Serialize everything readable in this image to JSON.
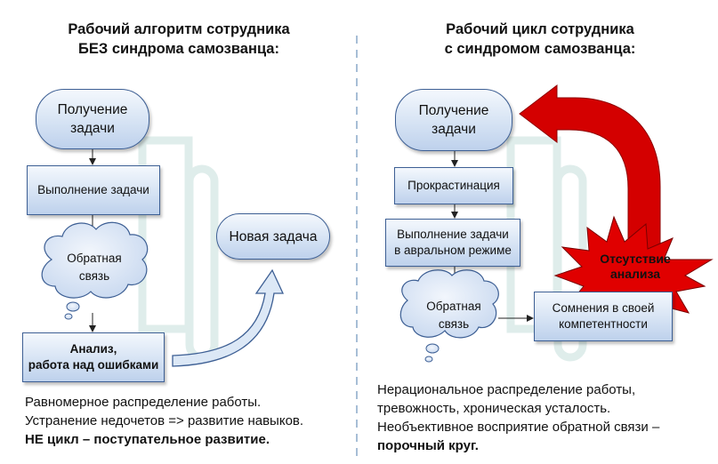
{
  "left": {
    "title_line1": "Рабочий алгоритм сотрудника",
    "title_line2": "БЕЗ синдрома самозванца:",
    "step_receive": [
      "Получение",
      "задачи"
    ],
    "step_execute": "Выполнение задачи",
    "feedback": [
      "Обратная",
      "связь"
    ],
    "analysis": [
      "Анализ,",
      "работа над ошибками"
    ],
    "new_task": "Новая задача",
    "caption": [
      "Равномерное распределение работы.",
      "Устранение недочетов => развитие навыков.",
      "НЕ цикл – поступательное развитие."
    ]
  },
  "right": {
    "title_line1": "Рабочий цикл сотрудника",
    "title_line2": "с синдромом самозванца:",
    "step_receive": [
      "Получение",
      "задачи"
    ],
    "procrastination": "Прокрастинация",
    "rush": [
      "Выполнение задачи",
      "в авральном режиме"
    ],
    "feedback": [
      "Обратная",
      "связь"
    ],
    "doubt": [
      "Сомнения в своей",
      "компетентности"
    ],
    "burst": [
      "Отсутствие",
      "анализа"
    ],
    "caption": [
      "Нерациональное распределение работы,",
      "тревожность, хроническая усталость.",
      "Необъективное восприятие обратной связи –",
      "порочный круг."
    ]
  },
  "colors": {
    "box_border": "#3d5f94",
    "box_fill": "#d3e1f3",
    "red_arrow": "#d40000",
    "divider": "#a7bed6"
  }
}
